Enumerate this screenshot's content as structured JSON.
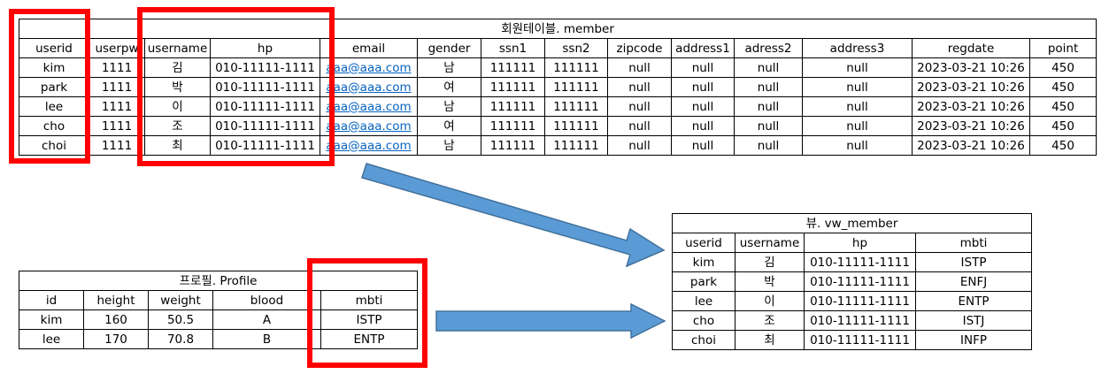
{
  "member": {
    "title": "회원테이블. member",
    "columns": [
      "userid",
      "userpw",
      "username",
      "hp",
      "email",
      "gender",
      "ssn1",
      "ssn2",
      "zipcode",
      "address1",
      "adress2",
      "address3",
      "regdate",
      "point"
    ],
    "rows": [
      [
        "kim",
        "1111",
        "김",
        "010-11111-1111",
        "aaa@aaa.com",
        "남",
        "111111",
        "111111",
        "null",
        "null",
        "null",
        "null",
        "2023-03-21 10:26",
        "450"
      ],
      [
        "park",
        "1111",
        "박",
        "010-11111-1111",
        "aaa@aaa.com",
        "여",
        "111111",
        "111111",
        "null",
        "null",
        "null",
        "null",
        "2023-03-21 10:26",
        "450"
      ],
      [
        "lee",
        "1111",
        "이",
        "010-11111-1111",
        "aaa@aaa.com",
        "남",
        "111111",
        "111111",
        "null",
        "null",
        "null",
        "null",
        "2023-03-21 10:26",
        "450"
      ],
      [
        "cho",
        "1111",
        "조",
        "010-11111-1111",
        "aaa@aaa.com",
        "여",
        "111111",
        "111111",
        "null",
        "null",
        "null",
        "null",
        "2023-03-21 10:26",
        "450"
      ],
      [
        "choi",
        "1111",
        "최",
        "010-11111-1111",
        "aaa@aaa.com",
        "남",
        "111111",
        "111111",
        "null",
        "null",
        "null",
        "null",
        "2023-03-21 10:26",
        "450"
      ]
    ]
  },
  "profile": {
    "title": "프로필. Profile",
    "columns": [
      "id",
      "height",
      "weight",
      "blood",
      "mbti"
    ],
    "rows": [
      [
        "kim",
        "160",
        "50.5",
        "A",
        "ISTP"
      ],
      [
        "lee",
        "170",
        "70.8",
        "B",
        "ENTP"
      ]
    ]
  },
  "view": {
    "title": "뷰. vw_member",
    "columns": [
      "userid",
      "username",
      "hp",
      "mbti"
    ],
    "rows": [
      [
        "kim",
        "김",
        "010-11111-1111",
        "ISTP"
      ],
      [
        "park",
        "박",
        "010-11111-1111",
        "ENFJ"
      ],
      [
        "lee",
        "이",
        "010-11111-1111",
        "ENTP"
      ],
      [
        "cho",
        "조",
        "010-11111-1111",
        "ISTJ"
      ],
      [
        "choi",
        "최",
        "010-11111-1111",
        "INFP"
      ]
    ]
  },
  "colors": {
    "highlight": "#ff0000",
    "arrow_fill": "#5b9bd5",
    "arrow_stroke": "#41719c",
    "link": "#0563c1"
  }
}
